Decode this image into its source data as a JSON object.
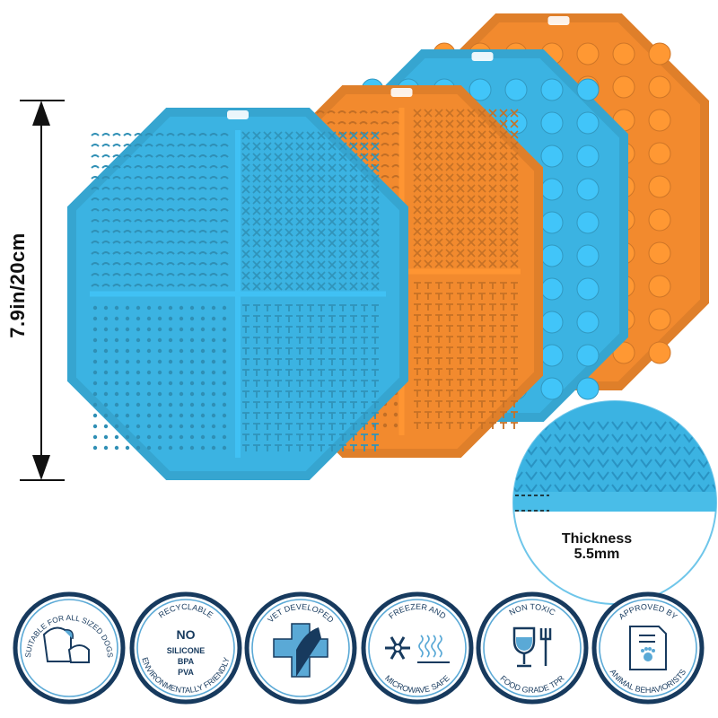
{
  "dimension_label": "7.9in/20cm",
  "thickness": {
    "label": "Thickness",
    "value": "5.5mm"
  },
  "colors": {
    "blue": "#3bb3e2",
    "orange": "#f28a2e",
    "navy": "#173a5e",
    "light_blue": "#5aa9d6"
  },
  "mats": [
    {
      "color": "orange",
      "pattern": "suction-cups"
    },
    {
      "color": "blue",
      "pattern": "suction-cups"
    },
    {
      "color": "orange",
      "pattern": "lick-texture"
    },
    {
      "color": "blue",
      "pattern": "lick-texture"
    }
  ],
  "badges": [
    {
      "top": "SUITABLE FOR ALL SIZED DOGS",
      "bottom": "",
      "center": [],
      "icon": "dogs-icon"
    },
    {
      "top": "RECYCLABLE",
      "bottom": "ENVIRONMENTALLY FRIENDLY",
      "center": [
        "NO",
        "SILICONE",
        "BPA",
        "PVA"
      ],
      "icon": ""
    },
    {
      "top": "VET DEVELOPED",
      "bottom": "",
      "center": [],
      "icon": "medical-cross-pet-icon"
    },
    {
      "top": "FREEZER AND",
      "bottom": "MICROWAVE SAFE",
      "center": [],
      "icon": "snowflake-heat-icon"
    },
    {
      "top": "NON TOXIC",
      "bottom": "FOOD GRADE TPR",
      "center": [],
      "icon": "glass-fork-icon"
    },
    {
      "top": "APPROVED BY",
      "bottom": "ANIMAL BEHAVIORISTS",
      "center": [],
      "icon": "document-paw-icon"
    }
  ]
}
